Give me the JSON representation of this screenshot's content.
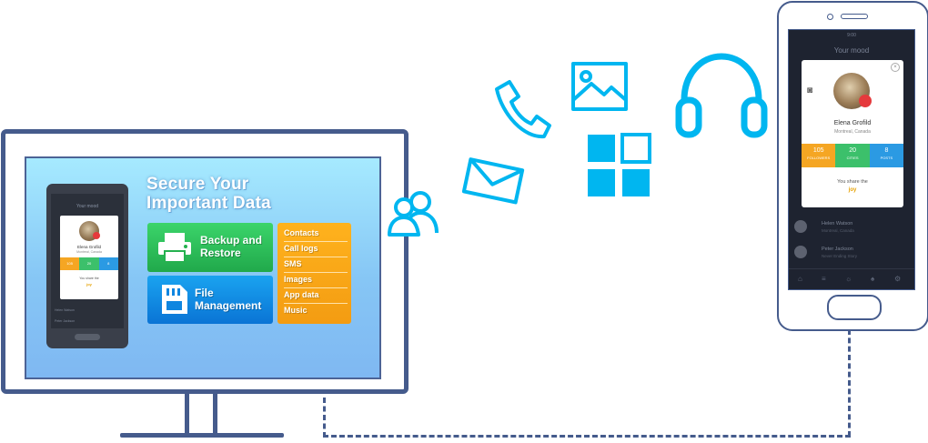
{
  "monitor": {
    "headline": "Secure Your Important Data",
    "tiles": [
      {
        "label": "Backup and Restore",
        "icon": "printer-icon",
        "color": "#2bbf58"
      },
      {
        "label": "File Management",
        "icon": "sd-card-icon",
        "color": "#0f86e0"
      }
    ],
    "data_types": [
      "Contacts",
      "Call logs",
      "SMS",
      "Images",
      "App data",
      "Music"
    ],
    "mini_phone": {
      "title": "Your mood",
      "name": "Elena Grofild",
      "location": "Montreal, Canada",
      "stats": [
        "105",
        "20",
        "8"
      ],
      "share_text": "You share the",
      "share_word": "joy",
      "rows": [
        "Helen Watson",
        "Peter Jackson"
      ]
    }
  },
  "transfer_icons": [
    "users-icon",
    "mail-icon",
    "phone-call-icon",
    "image-icon",
    "apps-grid-icon",
    "headphones-icon"
  ],
  "phone": {
    "status": "9:00",
    "title": "Your mood",
    "profile": {
      "name": "Elena Grofild",
      "location": "Montreal, Canada",
      "stats": [
        {
          "value": "105",
          "label": "FOLLOWERS",
          "color": "#f5a623"
        },
        {
          "value": "20",
          "label": "CITIES",
          "color": "#3cc06b"
        },
        {
          "value": "8",
          "label": "POSTS",
          "color": "#2b9ae3"
        }
      ],
      "share_text": "You share the",
      "share_word": "joy"
    },
    "list": [
      {
        "name": "Helen Watson",
        "sub": "Montreal, Canada"
      },
      {
        "name": "Peter Jackson",
        "sub": "Never Ending Story"
      }
    ]
  },
  "colors": {
    "outline": "#455b8c",
    "accent_icon": "#00b6f0"
  }
}
